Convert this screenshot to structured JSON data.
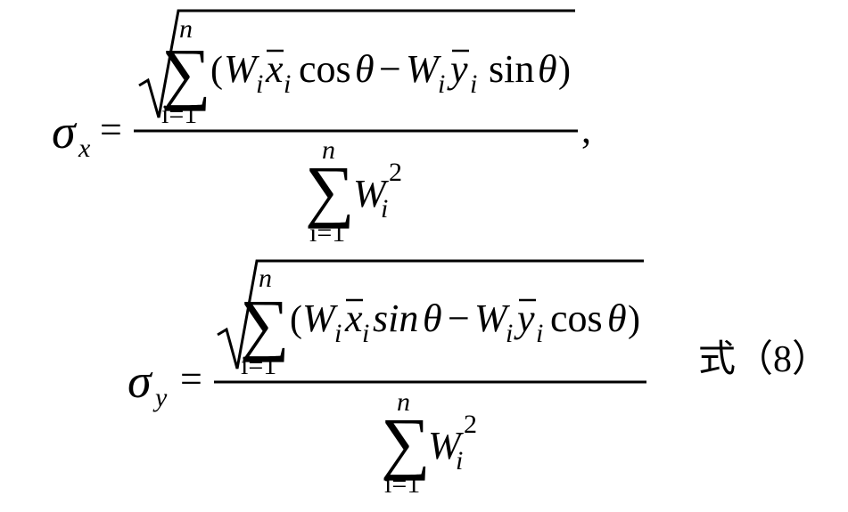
{
  "eq1": {
    "lhs_symbol": "σ",
    "lhs_sub": "x",
    "equals": "=",
    "sum_upper": "n",
    "sum_symbol": "∑",
    "sum_lower": "i=1",
    "open_paren": "(",
    "w": "W",
    "i": "i",
    "x": "x",
    "y": "y",
    "cos": "cos",
    "sin": "sin",
    "theta": "θ",
    "minus": "−",
    "close_paren": ")",
    "exp": "2",
    "comma": ","
  },
  "eq2": {
    "lhs_symbol": "σ",
    "lhs_sub": "y",
    "equals": "=",
    "sum_upper": "n",
    "sum_symbol": "∑",
    "sum_lower": "i=1",
    "open_paren": "(",
    "w": "W",
    "i": "i",
    "x": "x",
    "y": "y",
    "sin_italic": "sin",
    "cos": "cos",
    "theta": "θ",
    "minus": "−",
    "close_paren": ")",
    "exp": "2"
  },
  "equation_label": "式（8）"
}
